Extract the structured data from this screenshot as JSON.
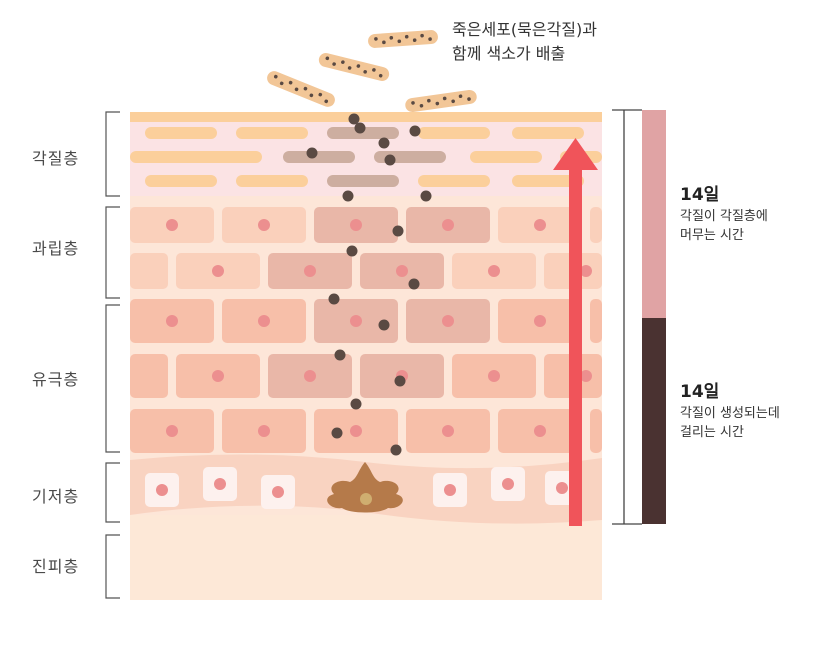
{
  "caption": {
    "line1": "죽은세포(묵은각질)과",
    "line2": "함께 색소가 배출"
  },
  "layers": [
    {
      "key": "stratum-corneum",
      "label": "각질층"
    },
    {
      "key": "stratum-granulosum",
      "label": "과립층"
    },
    {
      "key": "stratum-spinosum",
      "label": "유극층"
    },
    {
      "key": "stratum-basale",
      "label": "기저층"
    },
    {
      "key": "dermis",
      "label": "진피층"
    }
  ],
  "phases": [
    {
      "duration": "14일",
      "line1": "각질이 각질층에",
      "line2": "머무는 시간",
      "color": "#e0a3a4"
    },
    {
      "duration": "14일",
      "line1": "각질이 생성되는데",
      "line2": "걸리는 시간",
      "color": "#4a3231"
    }
  ],
  "colors": {
    "corneum_bg": "#fbe3e4",
    "corneum_top": "#fbcf9b",
    "cell": "#f7bfa9",
    "cell_light": "#fad0bb",
    "nucleus": "#ec8f8f",
    "melanin": "#5a4a43",
    "melanocyte": "#b57a4a",
    "arrow": "#f0545a",
    "dermis": "#fde8d7",
    "base": "#f9d3c1"
  },
  "icons": {
    "arrow": "up-arrow-icon",
    "melanocyte": "melanocyte-icon"
  }
}
